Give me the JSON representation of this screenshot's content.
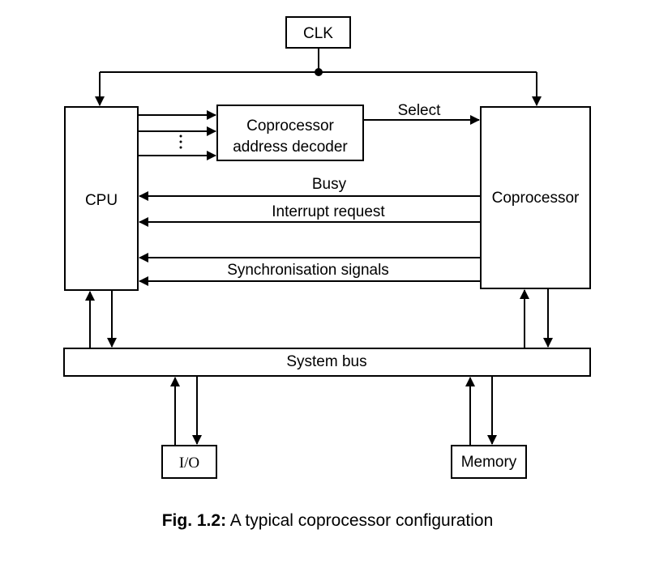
{
  "blocks": {
    "clk": "CLK",
    "cpu": "CPU",
    "decoder_line1": "Coprocessor",
    "decoder_line2": "address decoder",
    "coprocessor": "Coprocessor",
    "system_bus": "System bus",
    "io": "I/O",
    "memory": "Memory"
  },
  "signals": {
    "select": "Select",
    "busy": "Busy",
    "interrupt": "Interrupt request",
    "sync": "Synchronisation signals"
  },
  "caption": {
    "label": "Fig. 1.2:",
    "text": " A typical coprocessor configuration"
  }
}
